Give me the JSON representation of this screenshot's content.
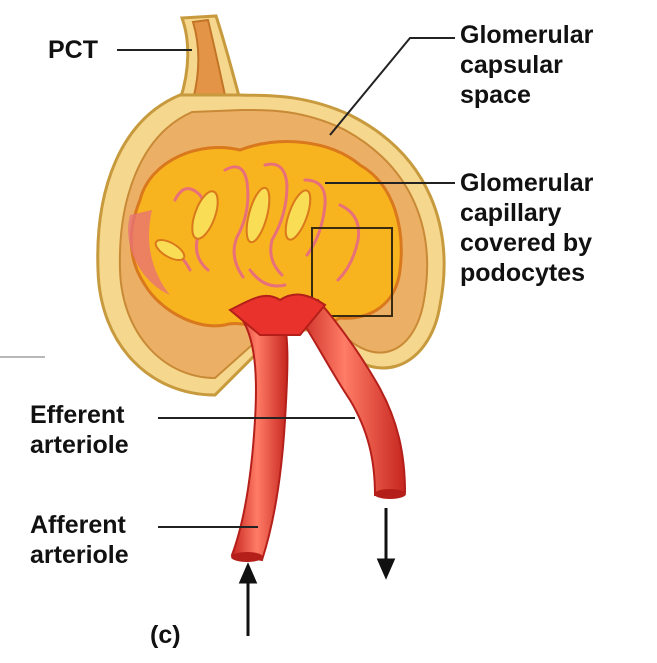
{
  "colors": {
    "capsule_outer": "#f6d78e",
    "capsule_border": "#c79a3e",
    "capsule_inner": "#e9a64f",
    "glomerulus": "#f7b41e",
    "glomerulus_edge": "#d9781c",
    "capillary_pink": "#e8707a",
    "vessel_red": "#e8322b",
    "vessel_highlight": "#ff8b7a",
    "vessel_dark": "#b51f1a",
    "leader_line": "#222222"
  },
  "labels": {
    "pct": "PCT",
    "capsular_space": [
      "Glomerular",
      "capsular",
      "space"
    ],
    "capillary": [
      "Glomerular",
      "capillary",
      "covered by",
      "podocytes"
    ],
    "efferent": [
      "Efferent",
      "arteriole"
    ],
    "afferent": [
      "Afferent",
      "arteriole"
    ],
    "panel": "(c)"
  },
  "arrows": {
    "afferent_flow": "up-arrow",
    "efferent_flow": "down-arrow"
  }
}
